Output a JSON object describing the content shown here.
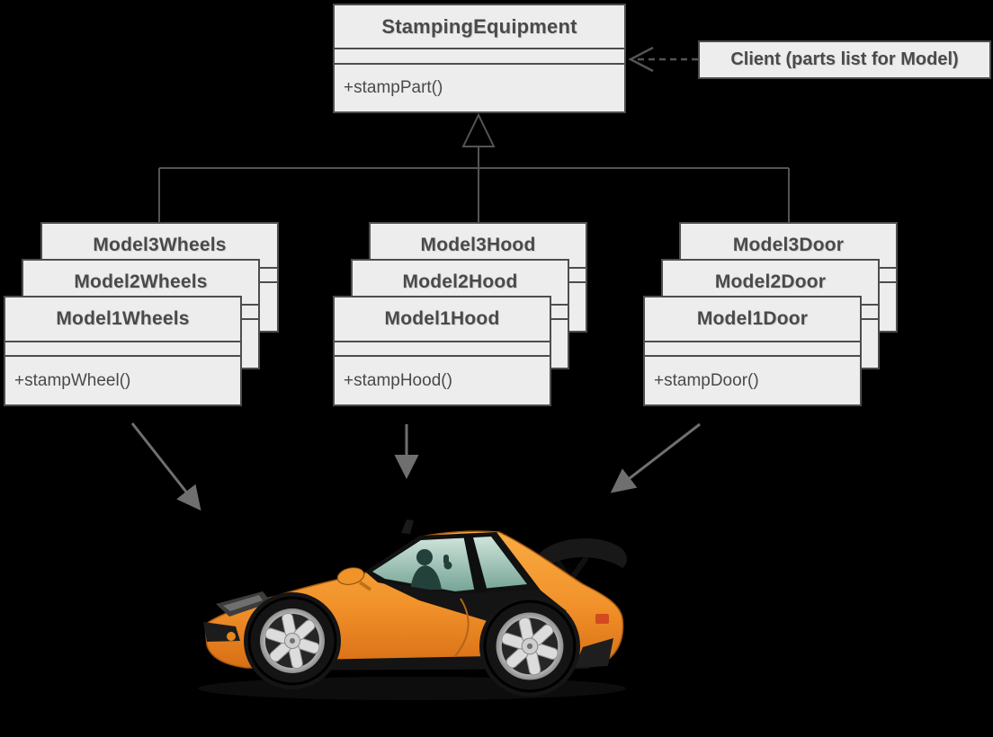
{
  "background": "#000000",
  "palette": {
    "box_fill": "#ededed",
    "box_border": "#4d4d4d",
    "text": "#4a4a4a",
    "connector_line": "#545454",
    "dependency_arrow": "#6f6f6f",
    "car_body_orange": "#f1912a",
    "car_glass_teal": "#9cc3b6",
    "car_dark": "#1a1a1a"
  },
  "superclass": {
    "title": "StampingEquipment",
    "method": "+stampPart()"
  },
  "client": {
    "label": "Client (parts list for Model)"
  },
  "stacks": [
    {
      "classes": [
        "Model3Wheels",
        "Model2Wheels",
        "Model1Wheels"
      ],
      "method": "+stampWheel()"
    },
    {
      "classes": [
        "Model3Hood",
        "Model2Hood",
        "Model1Hood"
      ],
      "method": "+stampHood()"
    },
    {
      "classes": [
        "Model3Door",
        "Model2Door",
        "Model1Door"
      ],
      "method": "+stampDoor()"
    }
  ],
  "car": {
    "name": "orange-sports-car"
  }
}
